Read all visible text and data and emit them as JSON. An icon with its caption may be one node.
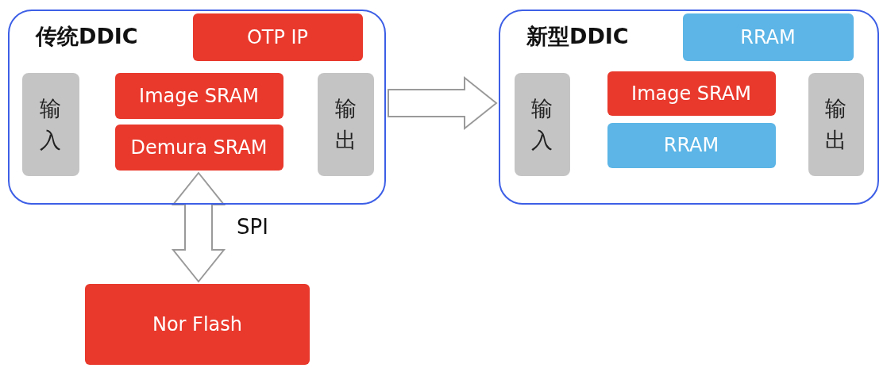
{
  "diagram": {
    "nodes": [
      {
        "text": [
          "传统DDIC"
        ]
      },
      {
        "text": [
          "OTP IP"
        ],
        "in": 0
      },
      {
        "text": [
          "输入"
        ],
        "in": 0
      },
      {
        "text": [
          "Image SRAM"
        ],
        "in": 0
      },
      {
        "text": [
          "Demura SRAM"
        ],
        "in": 0
      },
      {
        "text": [
          "输出"
        ],
        "in": 0
      },
      {
        "text": [
          "新型DDIC"
        ]
      },
      {
        "text": [
          "RRAM"
        ],
        "in": 6
      },
      {
        "text": [
          "输入"
        ],
        "in": 6
      },
      {
        "text": [
          "Image SRAM"
        ],
        "in": 6
      },
      {
        "text": [
          "RRAM"
        ],
        "in": 6
      },
      {
        "text": [
          "输出"
        ],
        "in": 6
      },
      {
        "text": [
          "Nor Flash"
        ]
      }
    ],
    "edges": [
      {
        "from": 0,
        "to": 6,
        "arrow": "to"
      },
      {
        "from": 4,
        "to": 12,
        "arrow": "both",
        "label": "SPI"
      }
    ]
  }
}
